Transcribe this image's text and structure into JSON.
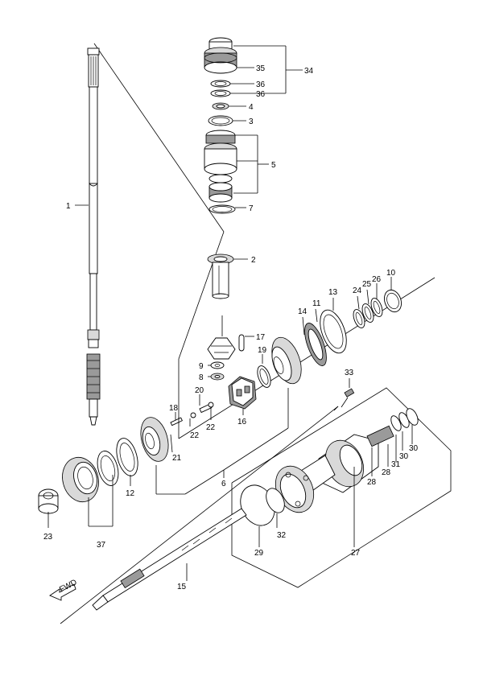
{
  "diagram": {
    "type": "exploded-parts-diagram",
    "callouts": [
      "1",
      "2",
      "3",
      "4",
      "5",
      "6",
      "7",
      "8",
      "9",
      "10",
      "11",
      "12",
      "13",
      "14",
      "15",
      "16",
      "17",
      "18",
      "19",
      "20",
      "21",
      "22",
      "22",
      "23",
      "24",
      "25",
      "26",
      "27",
      "28",
      "28",
      "29",
      "30",
      "30",
      "31",
      "32",
      "33",
      "34",
      "35",
      "36",
      "36",
      "37"
    ],
    "fwd_label": "FWD"
  }
}
